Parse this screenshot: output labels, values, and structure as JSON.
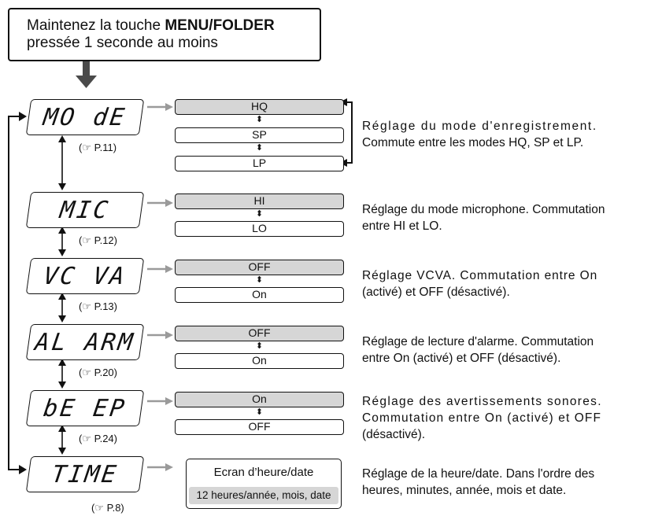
{
  "header": {
    "line1_prefix": "Maintenez la touche ",
    "line1_bold": "MENU/FOLDER",
    "line2": "pressée 1 seconde au moins"
  },
  "rows": [
    {
      "lcd": "MO dE",
      "ref": "(☞ P.11)",
      "options": [
        "HQ",
        "SP",
        "LP"
      ],
      "selected": 0,
      "desc": [
        "Réglage du mode d'enregistrement.",
        "Commute entre les modes HQ, SP et LP."
      ]
    },
    {
      "lcd": "MIC",
      "ref": "(☞ P.12)",
      "options": [
        "HI",
        "LO"
      ],
      "selected": 0,
      "desc": [
        "Réglage du mode microphone. Commutation",
        "entre  HI et LO."
      ]
    },
    {
      "lcd": "VC VA",
      "ref": "(☞ P.13)",
      "options": [
        "OFF",
        "On"
      ],
      "selected": 0,
      "desc": [
        "Réglage VCVA. Commutation entre On",
        "(activé) et OFF (désactivé)."
      ]
    },
    {
      "lcd": "AL ARM",
      "ref": "(☞ P.20)",
      "options": [
        "OFF",
        "On"
      ],
      "selected": 0,
      "desc": [
        "Réglage de lecture d'alarme. Commutation",
        "entre On (activé) et OFF (désactivé)."
      ]
    },
    {
      "lcd": "bE EP",
      "ref": "(☞ P.24)",
      "options": [
        "On",
        "OFF"
      ],
      "selected": 0,
      "desc": [
        "Réglage des avertissements sonores.",
        "Commutation entre On (activé) et OFF",
        "(désactivé)."
      ]
    },
    {
      "lcd": "TIME",
      "ref": "(☞ P.8)",
      "options": [],
      "selected": 0,
      "desc": [
        "Réglage de la heure/date. Dans l'ordre des",
        "heures, minutes, année, mois et date."
      ]
    }
  ],
  "datebox": {
    "title": "Ecran d’heure/date",
    "subtitle": "12 heures/année, mois, date"
  },
  "icons": {
    "updown": "up-down-arrow-icon"
  },
  "colors": {
    "selected_fill": "#d6d6d6",
    "arrow_gray": "#9a9a9a",
    "main_arrow": "#444444"
  }
}
